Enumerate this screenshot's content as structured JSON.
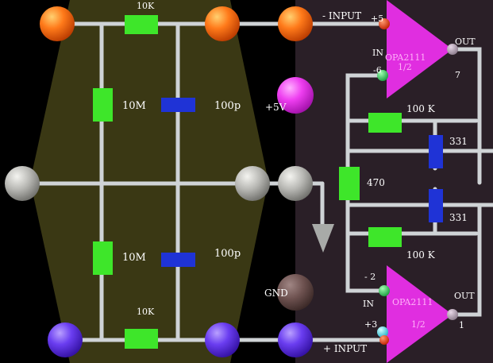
{
  "components": {
    "r_top": "10K",
    "r_bottom": "10K",
    "r_left_top": "10M",
    "r_left_bottom": "10M",
    "c_top": "100p",
    "c_bottom": "100p",
    "r_feedback_top": "100 K",
    "r_feedback_bottom": "100 K",
    "r_gain": "470",
    "c_fb_top": "331",
    "c_fb_bottom": "331"
  },
  "nets": {
    "input_minus": "- INPUT",
    "input_plus": "+ INPUT",
    "supply": "+5V",
    "ground": "GND"
  },
  "opamp_top": {
    "name": "OPA2111",
    "fraction": "1/2",
    "pin_plus": "+5",
    "pin_minus": "-6",
    "pin_out": "7",
    "in_label": "IN",
    "out_label": "OUT"
  },
  "opamp_bottom": {
    "name": "OPA2111",
    "fraction": "1/2",
    "pin_minus": "- 2",
    "pin_plus": "+3",
    "pin_out": "1",
    "in_label": "IN",
    "out_label": "OUT"
  },
  "colors": {
    "wire": "#cfd3d6",
    "resistor": "#3ee62a",
    "capacitor": "#1f33d6",
    "opamp": "#e02ee0",
    "node_orange": "#ff7a1a",
    "node_gray": "#b8b8b4",
    "node_purple": "#6a3df0",
    "node_magenta": "#ee3ef0",
    "node_gnd": "#6e5250"
  }
}
